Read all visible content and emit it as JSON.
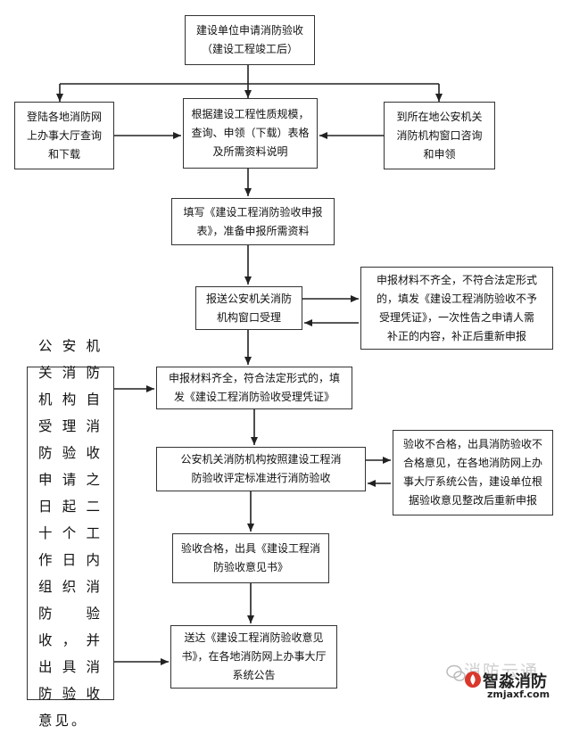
{
  "flowchart": {
    "start": "建设单位申请消防验收\n（建设工程竣工后）",
    "online_query": "登陆各地消防网\n上办事大厅查询\n和下载",
    "query_forms": "根据建设工程性质规模，\n查询、申领（下载）表格\n及所需资料说明",
    "window_consult": "到所在地公安机关\n消防机构窗口咨询\n和申领",
    "fill_form": "填写《建设工程消防验收申报\n表》，准备申报所需资料",
    "submit": "报送公安机关消防\n机构窗口受理",
    "incomplete": "申报材料不齐全，不符合法定形式\n的，填发《建设工程消防验收不予\n受理凭证》，一次性告之申请人需\n补正的内容，补正后重新申报",
    "accepted": "申报材料齐全，符合法定形式的，填\n发《建设工程消防验收受理凭证》",
    "inspection": "公安机关消防机构按照建设工程消\n防验收评定标准进行消防验收",
    "failed": "验收不合格，出具消防验收不\n合格意见，在各地消防网上办\n事大厅系统公告，建设单位根\n据验收意见整改后重新申报",
    "passed": "验收合格，出具《建设工程消\n防验收意见书》",
    "deliver": "送达《建设工程消防验收意见\n书》，在各地消防网上办事大厅\n系统公告",
    "deadline_note": "公安机关消防机构自受理消防验收申请之日起二十个工作日内组织消防验收，并出具消防验收意见。"
  },
  "watermark": {
    "faded_text": "消防云通",
    "brand": "智淼消防",
    "url": "zmjaxf.com"
  }
}
